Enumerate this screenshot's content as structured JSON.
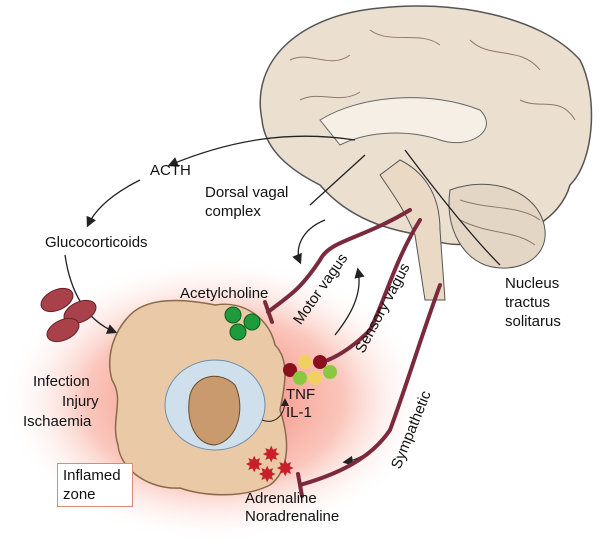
{
  "labels": {
    "acth": "ACTH",
    "glucocorticoids": "Glucocorticoids",
    "dorsal_vagal_complex": [
      "Dorsal vagal",
      "complex"
    ],
    "acetylcholine": "Acetylcholine",
    "motor_vagus": "Motor vagus",
    "sensory_vagus": "Sensory vagus",
    "nucleus_tractus_solitarus": [
      "Nucleus",
      "tractus",
      "solitarus"
    ],
    "insults": [
      "Infection",
      "Injury",
      "Ischaemia"
    ],
    "cytokines": [
      "TNF",
      "IL-1"
    ],
    "sympathetic": "Sympathetic",
    "inflamed_zone": [
      "Inflamed",
      "zone"
    ],
    "catecholamines": [
      "Adrenaline",
      "Noradrenaline"
    ]
  },
  "colors": {
    "inflammation_glow": "#f26a5a",
    "nerve": "#7a2a3c",
    "brain": "#e9dccb",
    "cell": "#e9c9a6",
    "nucleus": "#b9d4e6",
    "acetylcholine_molecules": "#1f9a3c",
    "catecholamine_molecules": "#c8202a"
  }
}
